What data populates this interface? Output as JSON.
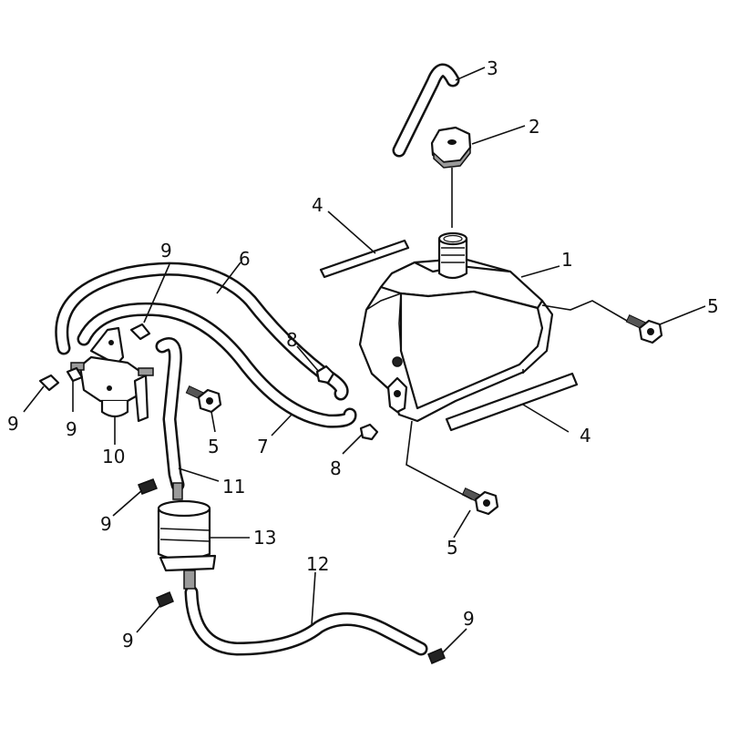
{
  "labels": {
    "p1": "1",
    "p2": "2",
    "p3": "3",
    "p4a": "4",
    "p4b": "4",
    "p5a": "5",
    "p5b": "5",
    "p5c": "5",
    "p6": "6",
    "p7": "7",
    "p8a": "8",
    "p8b": "8",
    "p9a": "9",
    "p9b": "9",
    "p9c": "9",
    "p9d": "9",
    "p9e": "9",
    "p9f": "9",
    "p10": "10",
    "p11": "11",
    "p12": "12",
    "p13": "13"
  }
}
